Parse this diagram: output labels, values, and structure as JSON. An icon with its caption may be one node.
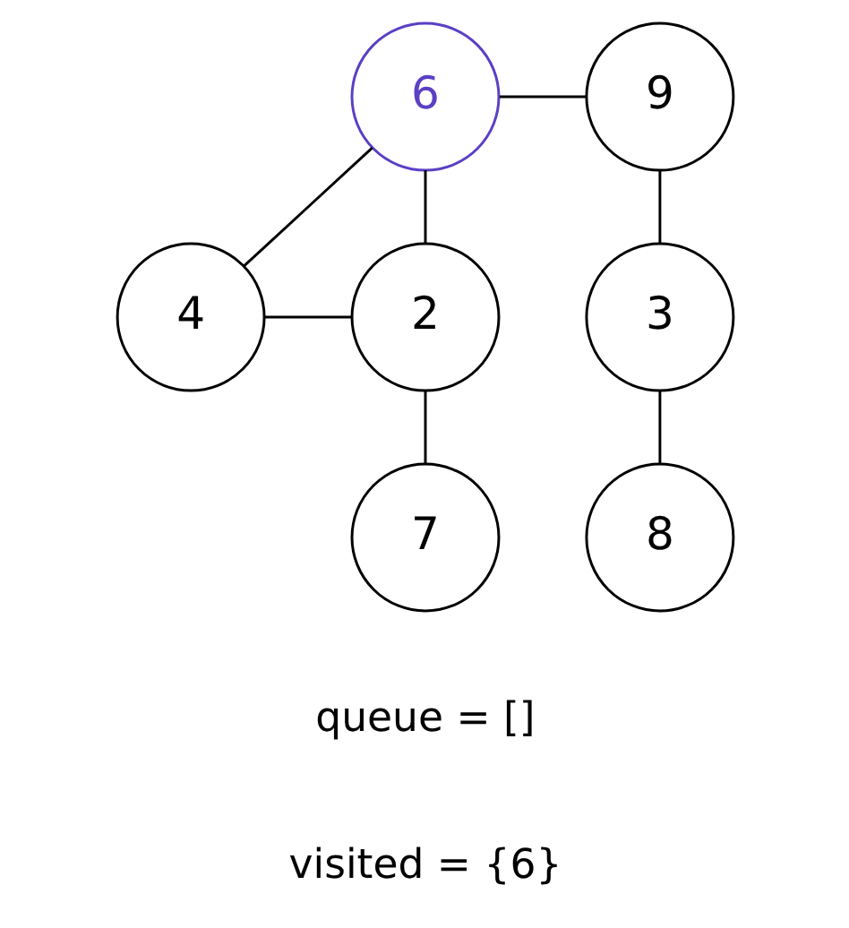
{
  "diagram": {
    "nodes": [
      {
        "text": [
          "6"
        ]
      },
      {
        "text": [
          "9"
        ]
      },
      {
        "text": [
          "4"
        ]
      },
      {
        "text": [
          "2"
        ]
      },
      {
        "text": [
          "3"
        ]
      },
      {
        "text": [
          "7"
        ]
      },
      {
        "text": [
          "8"
        ]
      }
    ],
    "edges": [
      {
        "from": 0,
        "to": 1,
        "arrow": "none"
      },
      {
        "from": 0,
        "to": 2,
        "arrow": "none"
      },
      {
        "from": 0,
        "to": 3,
        "arrow": "none"
      },
      {
        "from": 2,
        "to": 3,
        "arrow": "none"
      },
      {
        "from": 1,
        "to": 4,
        "arrow": "none"
      },
      {
        "from": 3,
        "to": 5,
        "arrow": "none"
      },
      {
        "from": 4,
        "to": 6,
        "arrow": "none"
      }
    ],
    "labels": [
      "queue = []",
      "visited = {6}"
    ]
  }
}
